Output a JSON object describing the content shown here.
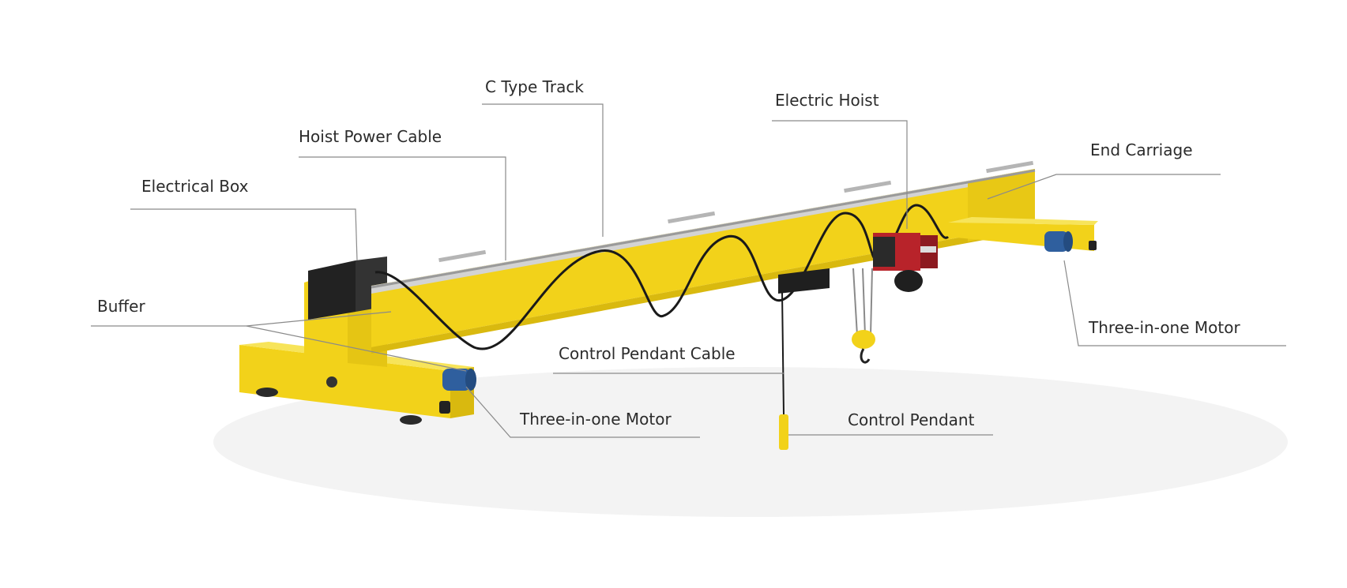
{
  "diagram": {
    "labels": {
      "c_type_track": "C Type Track",
      "electric_hoist": "Electric Hoist",
      "hoist_power_cable": "Hoist Power Cable",
      "end_carriage": "End Carriage",
      "electrical_box": "Electrical Box",
      "buffer": "Buffer",
      "three_in_one_motor_right": "Three-in-one Motor",
      "control_pendant_cable": "Control Pendant Cable",
      "three_in_one_motor_left": "Three-in-one Motor",
      "control_pendant": "Control Pendant"
    },
    "colors": {
      "girder_yellow": "#f2d21a",
      "girder_shadow": "#d9b90f",
      "hoist_red": "#b8232a",
      "motor_blue": "#2f5f9e",
      "cable_black": "#1a1a1a",
      "leader_gray": "#8a8a8a"
    }
  }
}
